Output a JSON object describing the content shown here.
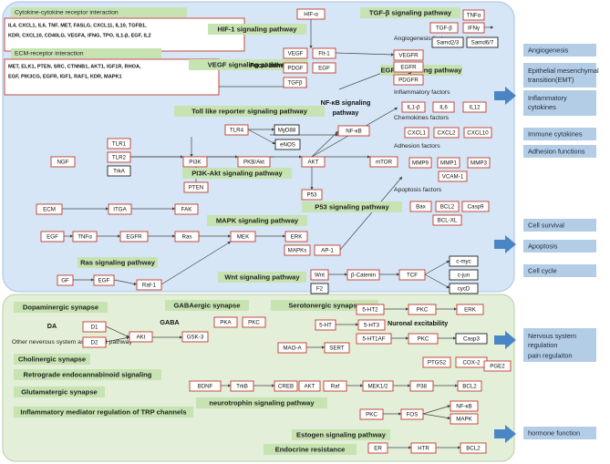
{
  "panels": {
    "top_fill": "#d6e6f6",
    "bottom_fill": "#e3efd9"
  },
  "info_boxes": [
    {
      "title": "Cytokine-cytokine receptor interaction",
      "lines": [
        "IL4, CXCL1, IL6, TNF, MET, FASLG, CXCL11, IL10, TGFB1,",
        "KDR, CXCL10, CD40LG, VEGFA, IFNG, TPO, IL1-β, EGF, IL2"
      ]
    },
    {
      "title": "ECM-receptor interaction",
      "lines": [
        "MET, ELK1,  PTEN, SRC, CTNNB1, AKT1, IGF1R, RHOA,",
        "EGF, PIK3CG, EGFR, IGF1, RAF1, KDR, MAPK1"
      ]
    }
  ],
  "plain_labels": {
    "focal": "Focal adhesion",
    "nfkb": "NF-κB signaling",
    "nfkb2": "pathway",
    "da": "DA",
    "gaba": "GABA",
    "neuronal": "Nuronal excitability"
  },
  "pathway_labels": [
    "HIF-1 signaling pathway",
    "VEGF signaling pathway",
    "TGF-β signaling pathway",
    "Toll like reporter signaling pathway",
    "PI3K-Akt signaling pathway",
    "MAPK signaling pathway",
    "P53 signaling pathway",
    "Ras signaling pathway",
    "Wnt signaling pathway",
    "Dopaminergic synapse",
    "GABAergic synapse",
    "Serotonergic synapse",
    "Cholinergic synapse",
    "Retrograde endocannabinoid signaling",
    "Glutamatergic synapse",
    "Inflammatory mediator regulation of TRP channels",
    "neurotrophin signaling pathway",
    "Estogen signaling pathway",
    "Endocrine resistance",
    "EGFR signaling pathway"
  ],
  "section_labels": [
    "Angiogenesis factors",
    "Inflammatory factors",
    "Chemokines factors",
    "Adhesion factors",
    "Apoptosis factors",
    "Other neverous system associated pathway"
  ],
  "nodes": [
    "HIF-α",
    "VEGF",
    "Flt-1",
    "PDGF",
    "EGF",
    "TGFβ",
    "TGF-β",
    "TNFα",
    "IFNγ",
    "Samd2/3",
    "Samd6/7",
    "VEGFR",
    "EGFR",
    "PDGFR",
    "IL1-β",
    "IL6",
    "IL12",
    "CXCL1",
    "CXCL2",
    "CXCL10",
    "MMP9",
    "MMP1",
    "MMP3",
    "VCAM-1",
    "Bax",
    "BCL2",
    "Casp9",
    "BCL-XL",
    "TLR4",
    "MyD88",
    "eNOS",
    "NF-κB",
    "NGF",
    "TLR1",
    "TLR2",
    "TrkA",
    "PI3K",
    "PKB/Akt",
    "AKT",
    "mTOR",
    "PTEN",
    "P53",
    "ECM",
    "ITGA",
    "FAK",
    "EGF",
    "TNFα",
    "EGFR",
    "Ras",
    "MEK",
    "ERK",
    "MAPKs",
    "AP-1",
    "GF",
    "EGF",
    "Raf-1",
    "Wnt",
    "F2",
    "β-Catenin",
    "TCF",
    "c-myc",
    "c-jun",
    "cycD",
    "D1",
    "D2",
    "AKt",
    "GSK-3",
    "PKA",
    "PKC",
    "5-HT2",
    "PKC",
    "ERK",
    "5-HT",
    "5-HT3",
    "5-HT1AF",
    "PKC",
    "Casp3",
    "MAO-A",
    "SERT",
    "PTGS2",
    "COX-2",
    "PGE2",
    "BDNF",
    "TrkB",
    "CREB",
    "AKT",
    "Raf",
    "MEK1/2",
    "P38",
    "BCL2",
    "PKC",
    "FOS",
    "NF-κB",
    "MAPK",
    "ER",
    "HTR",
    "BCL2"
  ],
  "functions": [
    "Angiogenesis",
    "Epithelial mesenchymal transition(EMT)",
    "Inflammatory cytokines",
    "Immune cytokines",
    "Adhesion functions",
    "Cell survival",
    "Apoptosis",
    "Cell cycle",
    "Nervous system regulation",
    "pain regulaiton",
    "hormone function"
  ],
  "colors": {
    "label_green": "#c7e3b2",
    "node_red": "#c0392b",
    "func_blue": "#b4cde6",
    "arrow_blue": "#4a86c5"
  }
}
